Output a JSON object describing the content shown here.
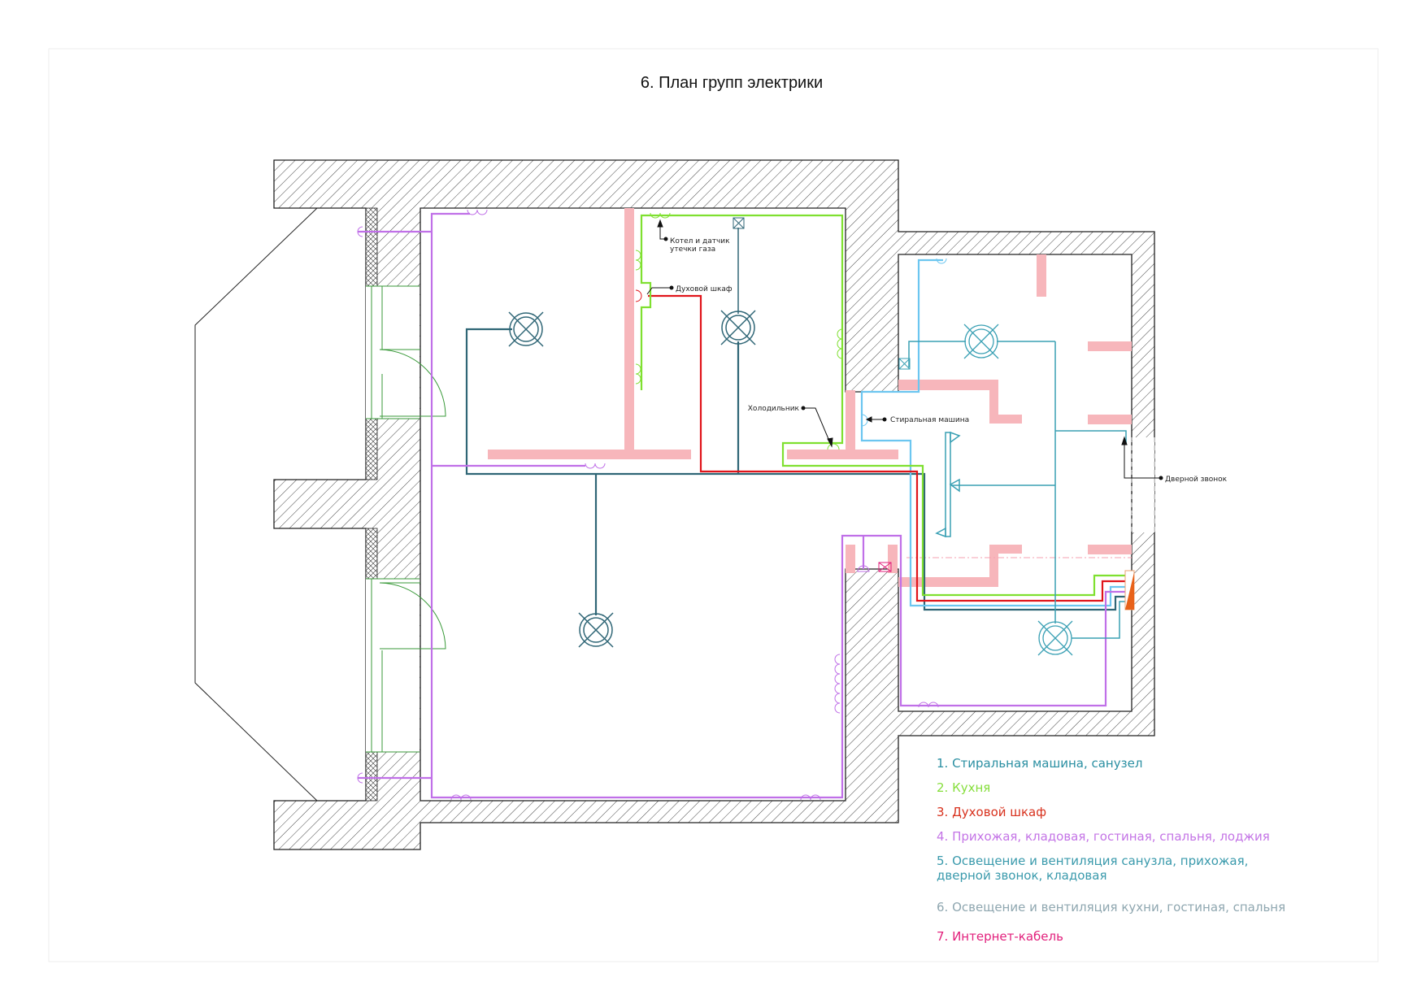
{
  "title": "6. План групп электрики",
  "callouts": {
    "boiler_line1": "Котел и датчик",
    "boiler_line2": "утечки газа",
    "oven": "Духовой шкаф",
    "fridge": "Холодильник",
    "washer": "Стиральная машина",
    "doorbell": "Дверной звонок"
  },
  "legend": [
    {
      "text": "1. Стиральная машина, санузел",
      "color": "#2a8fa2"
    },
    {
      "text": "2. Кухня",
      "color": "#86de3c"
    },
    {
      "text": "3. Духовой шкаф",
      "color": "#d8321e"
    },
    {
      "text": "4. Прихожая, кладовая, гостиная, спальня, лоджия",
      "color": "#c474e6"
    },
    {
      "text": "5. Освещение и вентиляция санузла, прихожая,",
      "text2": "дверной звонок, кладовая",
      "color": "#3a9aac"
    },
    {
      "text": "6. Освещение и вентиляция кухни, гостиная, спальня",
      "color": "#8fa7b0"
    },
    {
      "text": "7. Интернет-кабель",
      "color": "#e2207c"
    }
  ],
  "wire_colors": {
    "kitchen": "#7fe030",
    "oven": "#e0141a",
    "washer": "#6cc6f0",
    "rooms": "#c070e8",
    "bath_light": "#3aa0b4",
    "kitchen_light": "#2f6676",
    "internet": "#e2207c",
    "panel": "#e8621a"
  }
}
